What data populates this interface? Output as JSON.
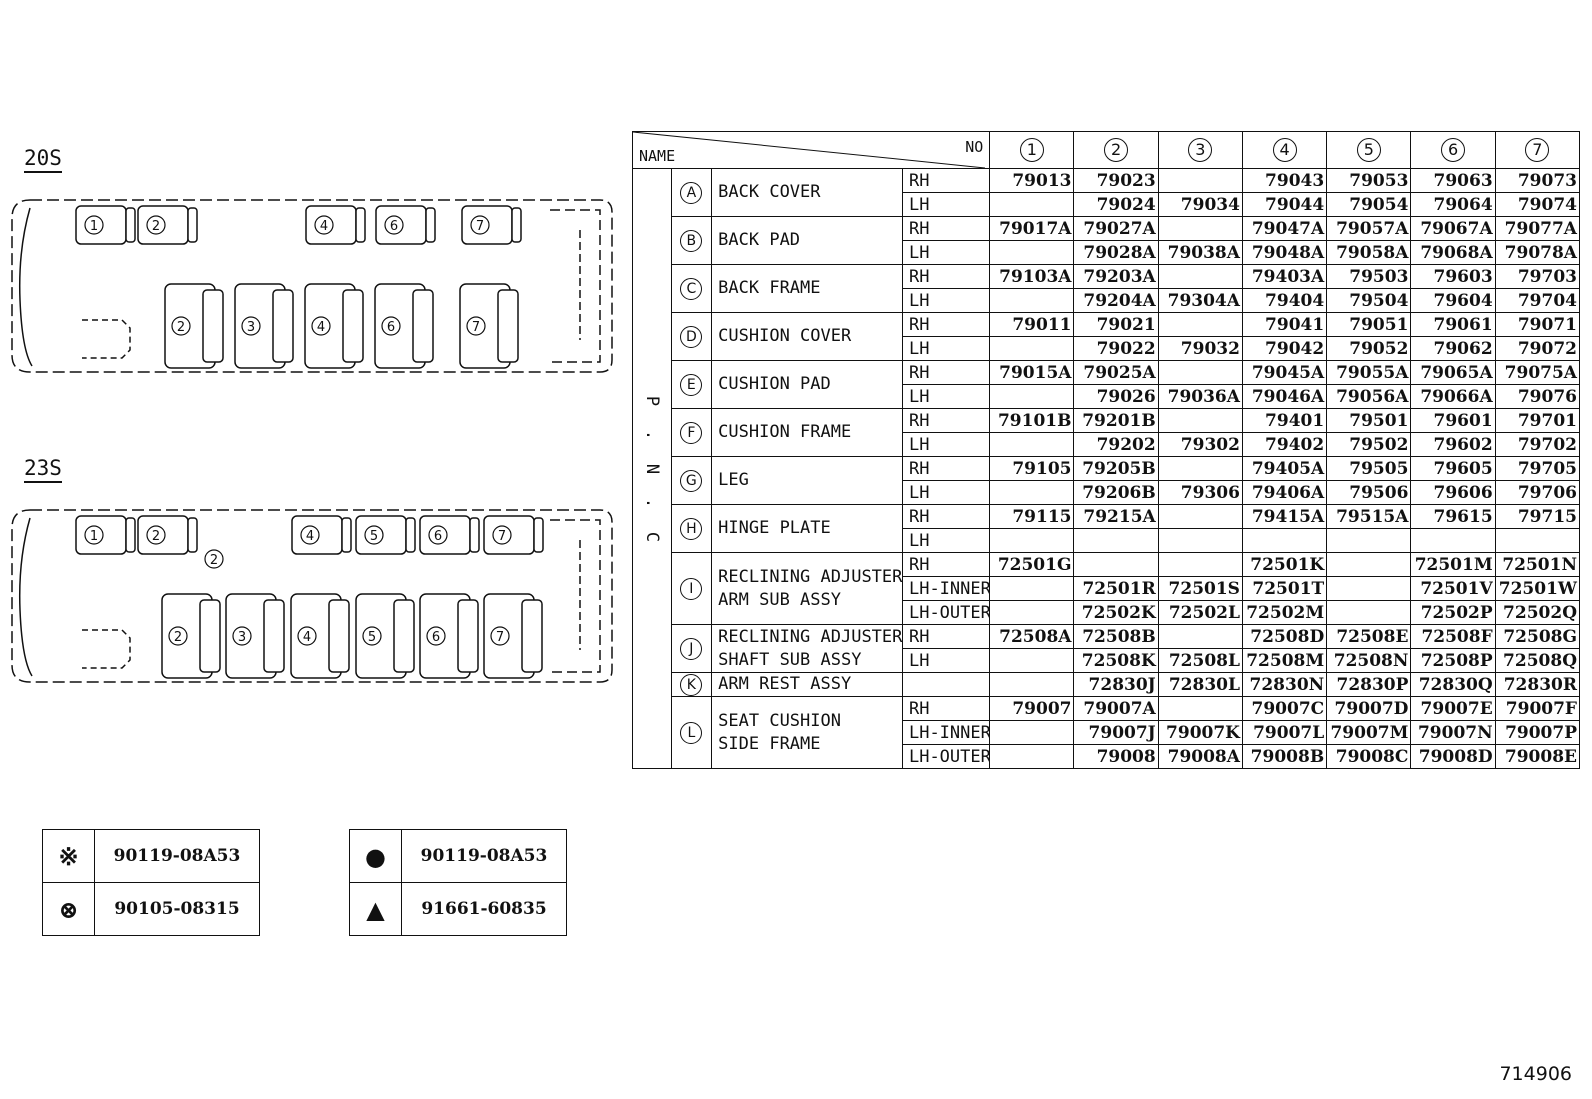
{
  "layouts": [
    {
      "label": "20S",
      "seat_nums_left": [
        "1",
        "2",
        "4",
        "6",
        "7"
      ],
      "seat_nums_right": [
        "2",
        "3",
        "4",
        "6",
        "7"
      ]
    },
    {
      "label": "23S",
      "seat_nums_left": [
        "1",
        "2",
        "4",
        "5",
        "6",
        "7"
      ],
      "aisle_num": "2",
      "seat_nums_right": [
        "2",
        "3",
        "4",
        "5",
        "6",
        "7"
      ]
    }
  ],
  "table": {
    "header_name": "NAME",
    "header_no": "NO",
    "columns": [
      "1",
      "2",
      "3",
      "4",
      "5",
      "6",
      "7"
    ],
    "pnc_label": "P . N . C",
    "parts": [
      {
        "letter": "A",
        "name": [
          "BACK COVER"
        ],
        "rows": [
          {
            "side": "RH",
            "values": [
              "79013",
              "79023",
              "",
              "79043",
              "79053",
              "79063",
              "79073"
            ]
          },
          {
            "side": "LH",
            "values": [
              "",
              "79024",
              "79034",
              "79044",
              "79054",
              "79064",
              "79074"
            ]
          }
        ]
      },
      {
        "letter": "B",
        "name": [
          "BACK PAD"
        ],
        "rows": [
          {
            "side": "RH",
            "values": [
              "79017A",
              "79027A",
              "",
              "79047A",
              "79057A",
              "79067A",
              "79077A"
            ]
          },
          {
            "side": "LH",
            "values": [
              "",
              "79028A",
              "79038A",
              "79048A",
              "79058A",
              "79068A",
              "79078A"
            ]
          }
        ]
      },
      {
        "letter": "C",
        "name": [
          "BACK FRAME"
        ],
        "rows": [
          {
            "side": "RH",
            "values": [
              "79103A",
              "79203A",
              "",
              "79403A",
              "79503",
              "79603",
              "79703"
            ]
          },
          {
            "side": "LH",
            "values": [
              "",
              "79204A",
              "79304A",
              "79404",
              "79504",
              "79604",
              "79704"
            ]
          }
        ]
      },
      {
        "letter": "D",
        "name": [
          "CUSHION COVER"
        ],
        "rows": [
          {
            "side": "RH",
            "values": [
              "79011",
              "79021",
              "",
              "79041",
              "79051",
              "79061",
              "79071"
            ]
          },
          {
            "side": "LH",
            "values": [
              "",
              "79022",
              "79032",
              "79042",
              "79052",
              "79062",
              "79072"
            ]
          }
        ]
      },
      {
        "letter": "E",
        "name": [
          "CUSHION PAD"
        ],
        "rows": [
          {
            "side": "RH",
            "values": [
              "79015A",
              "79025A",
              "",
              "79045A",
              "79055A",
              "79065A",
              "79075A"
            ]
          },
          {
            "side": "LH",
            "values": [
              "",
              "79026",
              "79036A",
              "79046A",
              "79056A",
              "79066A",
              "79076"
            ]
          }
        ]
      },
      {
        "letter": "F",
        "name": [
          "CUSHION FRAME"
        ],
        "rows": [
          {
            "side": "RH",
            "values": [
              "79101B",
              "79201B",
              "",
              "79401",
              "79501",
              "79601",
              "79701"
            ]
          },
          {
            "side": "LH",
            "values": [
              "",
              "79202",
              "79302",
              "79402",
              "79502",
              "79602",
              "79702"
            ]
          }
        ]
      },
      {
        "letter": "G",
        "name": [
          "LEG"
        ],
        "rows": [
          {
            "side": "RH",
            "values": [
              "79105",
              "79205B",
              "",
              "79405A",
              "79505",
              "79605",
              "79705"
            ]
          },
          {
            "side": "LH",
            "values": [
              "",
              "79206B",
              "79306",
              "79406A",
              "79506",
              "79606",
              "79706"
            ]
          }
        ]
      },
      {
        "letter": "H",
        "name": [
          "HINGE PLATE"
        ],
        "rows": [
          {
            "side": "RH",
            "values": [
              "79115",
              "79215A",
              "",
              "79415A",
              "79515A",
              "79615",
              "79715"
            ]
          },
          {
            "side": "LH",
            "values": [
              "",
              "",
              "",
              "",
              "",
              "",
              ""
            ]
          }
        ]
      },
      {
        "letter": "I",
        "name": [
          "RECLINING ADJUSTER",
          "ARM SUB ASSY"
        ],
        "rows": [
          {
            "side": "RH",
            "values": [
              "72501G",
              "",
              "",
              "72501K",
              "",
              "72501M",
              "72501N"
            ]
          },
          {
            "side": "LH-INNER",
            "values": [
              "",
              "72501R",
              "72501S",
              "72501T",
              "",
              "72501V",
              "72501W"
            ]
          },
          {
            "side": "LH-OUTER",
            "values": [
              "",
              "72502K",
              "72502L",
              "72502M",
              "",
              "72502P",
              "72502Q"
            ]
          }
        ]
      },
      {
        "letter": "J",
        "name": [
          "RECLINING ADJUSTER",
          "SHAFT SUB ASSY"
        ],
        "rows": [
          {
            "side": "RH",
            "values": [
              "72508A",
              "72508B",
              "",
              "72508D",
              "72508E",
              "72508F",
              "72508G"
            ]
          },
          {
            "side": "LH",
            "values": [
              "",
              "72508K",
              "72508L",
              "72508M",
              "72508N",
              "72508P",
              "72508Q"
            ]
          }
        ]
      },
      {
        "letter": "K",
        "name": [
          "ARM REST ASSY"
        ],
        "rows": [
          {
            "side": "",
            "values": [
              "",
              "72830J",
              "72830L",
              "72830N",
              "72830P",
              "72830Q",
              "72830R"
            ]
          }
        ]
      },
      {
        "letter": "L",
        "name": [
          "SEAT CUSHION",
          "SIDE FRAME"
        ],
        "rows": [
          {
            "side": "RH",
            "values": [
              "79007",
              "79007A",
              "",
              "79007C",
              "79007D",
              "79007E",
              "79007F"
            ]
          },
          {
            "side": "LH-INNER",
            "values": [
              "",
              "79007J",
              "79007K",
              "79007L",
              "79007M",
              "79007N",
              "79007P"
            ]
          },
          {
            "side": "LH-OUTER",
            "values": [
              "",
              "79008",
              "79008A",
              "79008B",
              "79008C",
              "79008D",
              "79008E"
            ]
          }
        ]
      }
    ]
  },
  "legend": {
    "left": [
      {
        "icon": "asterisk-x-icon",
        "symbol": "※",
        "part": "90119-08A53"
      },
      {
        "icon": "circled-x-icon",
        "symbol": "⊗",
        "part": "90105-08315"
      }
    ],
    "right": [
      {
        "icon": "filled-circle-icon",
        "symbol": "●",
        "part": "90119-08A53"
      },
      {
        "icon": "filled-triangle-icon",
        "symbol": "▲",
        "part": "91661-60835"
      }
    ]
  },
  "illustration_id": "714906"
}
